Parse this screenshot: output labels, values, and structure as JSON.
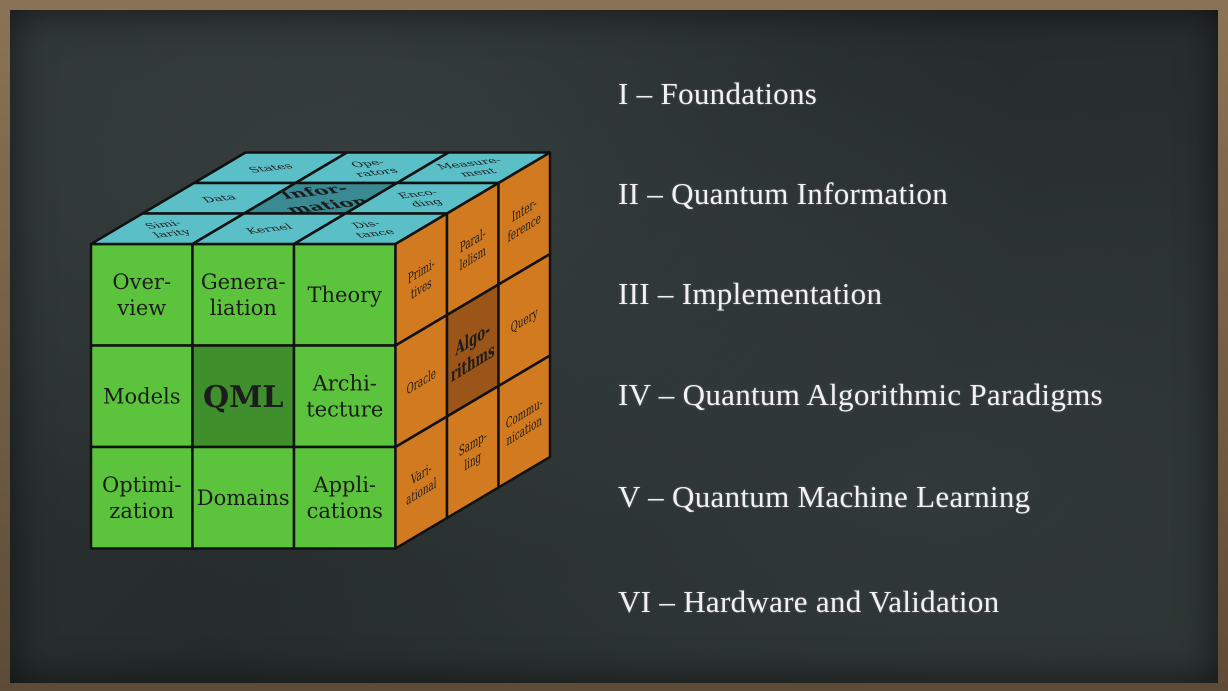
{
  "cube": {
    "front": [
      [
        "Over-\nview",
        "Genera-\nliation",
        "Theory"
      ],
      [
        "Models",
        "QML",
        "Archi-\ntecture"
      ],
      [
        "Optimi-\nzation",
        "Domains",
        "Appli-\ncations"
      ]
    ],
    "top": [
      [
        "States",
        "Ope-\nrators",
        "Measure-\nment"
      ],
      [
        "Data",
        "Infor-\nmation",
        "Enco-\nding"
      ],
      [
        "Simi-\nlarity",
        "Kernel",
        "Dis-\ntance"
      ]
    ],
    "right": [
      [
        "Primi-\ntives",
        "Paral-\nlelism",
        "Inter-\nference"
      ],
      [
        "Oracle",
        "Algo-\nrithms",
        "Query"
      ],
      [
        "Vari-\national",
        "Samp-\nling",
        "Commu-\nnication"
      ]
    ],
    "colors": {
      "front": "#5cc43c",
      "front_center": "#3f8f2c",
      "top": "#5bbfc8",
      "top_center": "#3a8a93",
      "right": "#d27a20",
      "right_center": "#9b5519",
      "edge": "#111111",
      "label": "#1c1c1c"
    }
  },
  "toc": [
    "I – Foundations",
    "II – Quantum  Information",
    "III – Implementation",
    "IV – Quantum  Algorithmic  Paradigms",
    "V – Quantum  Machine  Learning",
    "VI – Hardware  and  Validation"
  ]
}
